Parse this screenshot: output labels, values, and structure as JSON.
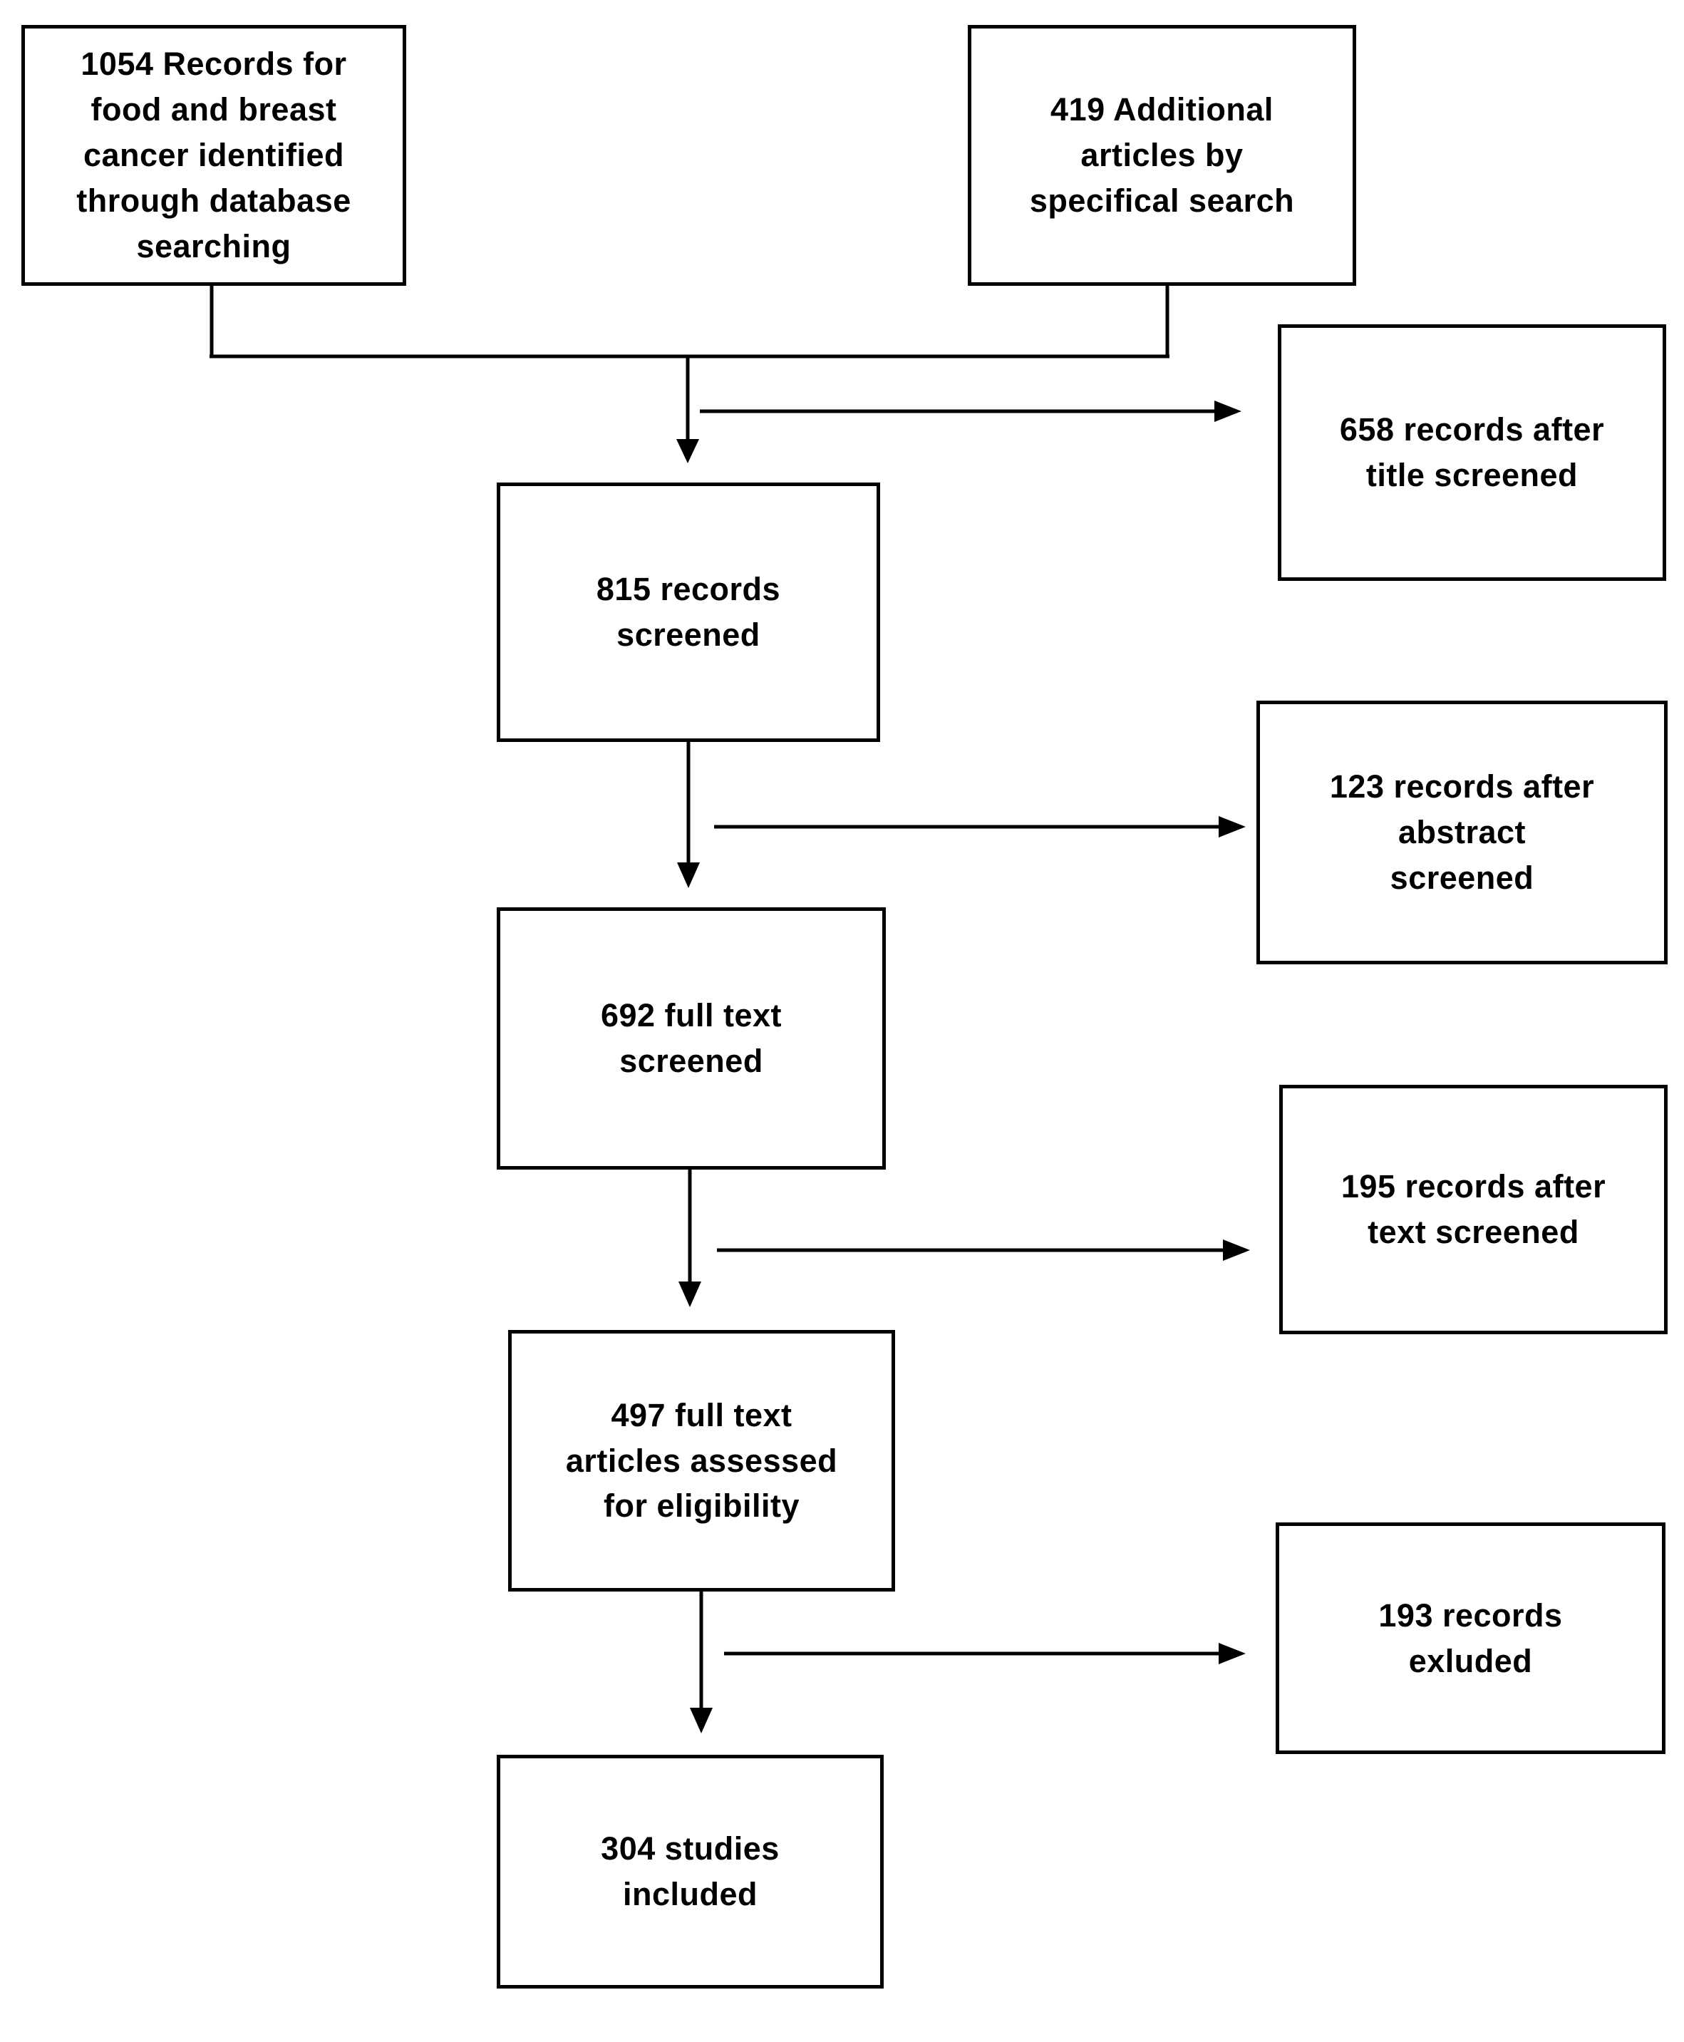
{
  "flowchart": {
    "description": "Study selection flow diagram (PRISMA-style) for food and breast cancer records",
    "colors": {
      "background": "#ffffff",
      "box_fill": "#ffffff",
      "box_border": "#000000",
      "line": "#000000",
      "text": "#000000"
    },
    "nodes": {
      "database_records": {
        "count": 1054,
        "label": "1054 Records for\nfood and breast\ncancer identified\nthrough database\nsearching"
      },
      "additional_articles": {
        "count": 419,
        "label": "419 Additional\narticles by\nspecifical search"
      },
      "title_screened_excluded": {
        "count": 658,
        "label": "658 records after\ntitle screened"
      },
      "records_screened": {
        "count": 815,
        "label": "815 records\nscreened"
      },
      "abstract_screened_excluded": {
        "count": 123,
        "label": "123 records after\nabstract\nscreened"
      },
      "full_text_screened": {
        "count": 692,
        "label": "692 full text\nscreened"
      },
      "text_screened_excluded": {
        "count": 195,
        "label": "195 records after\ntext screened"
      },
      "full_text_assessed": {
        "count": 497,
        "label": "497 full text\narticles assessed\nfor eligibility"
      },
      "records_excluded": {
        "count": 193,
        "label": "193 records\nexluded"
      },
      "studies_included": {
        "count": 304,
        "label": "304 studies\nincluded"
      }
    },
    "edges": [
      {
        "from": "database_records",
        "to": "merge_junction"
      },
      {
        "from": "additional_articles",
        "to": "merge_junction"
      },
      {
        "from": "merge_junction",
        "to": "records_screened"
      },
      {
        "from": "merge_junction",
        "to": "title_screened_excluded"
      },
      {
        "from": "records_screened",
        "to": "full_text_screened"
      },
      {
        "from": "records_screened",
        "to": "abstract_screened_excluded"
      },
      {
        "from": "full_text_screened",
        "to": "full_text_assessed"
      },
      {
        "from": "full_text_screened",
        "to": "text_screened_excluded"
      },
      {
        "from": "full_text_assessed",
        "to": "studies_included"
      },
      {
        "from": "full_text_assessed",
        "to": "records_excluded"
      }
    ]
  }
}
